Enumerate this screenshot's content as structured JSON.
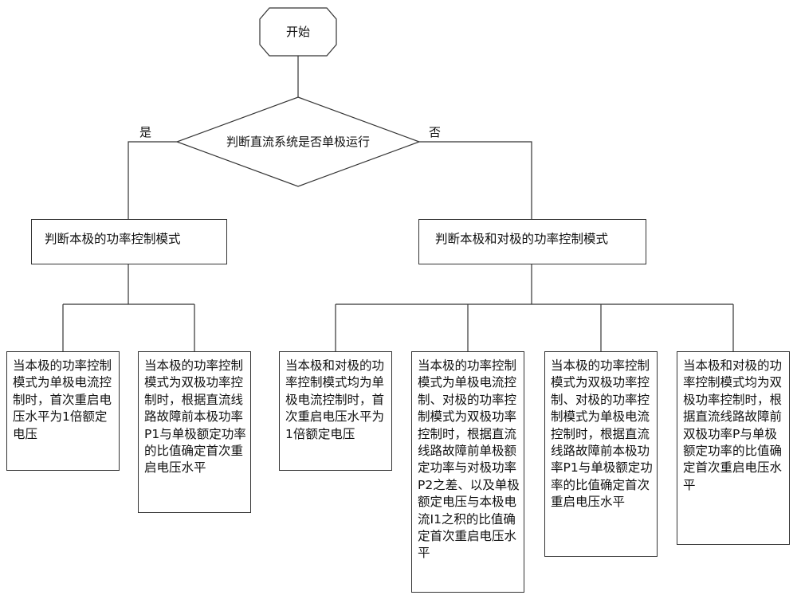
{
  "flowchart": {
    "start": {
      "label": "开始"
    },
    "decision": {
      "label": "判断直流系统是否单极运行",
      "yes_label": "是",
      "no_label": "否"
    },
    "left_mode": {
      "label": "判断本极的功率控制模式"
    },
    "right_mode": {
      "label": "判断本极和对极的功率控制模式"
    },
    "outcomes": [
      {
        "label": "当本极的功率控制模式为单极电流控制时，首次重启电压水平为1倍额定电压"
      },
      {
        "label": "当本极的功率控制模式为双极功率控制时，根据直流线路故障前本极功率P1与单极额定功率的比值确定首次重启电压水平"
      },
      {
        "label": "当本极和对极的功率控制模式均为单极电流控制时，首次重启电压水平为1倍额定电压"
      },
      {
        "label": "当本极的功率控制模式为单极电流控制、对极的功率控制模式为双极功率控制时，根据直流线路故障前单极额定功率与对极功率P2之差、以及单极额定电压与本极电流I1之积的比值确定首次重启电压水平"
      },
      {
        "label": "当本极的功率控制模式为双极功率控制、对极的功率控制模式为单极电流控制时，根据直流线路故障前本极功率P1与单极额定功率的比值确定首次重启电压水平"
      },
      {
        "label": "当本极和对极的功率控制模式均为双极功率控制时，根据直流线路故障前双极功率P与单极额定功率的比值确定首次重启电压水平"
      }
    ]
  }
}
